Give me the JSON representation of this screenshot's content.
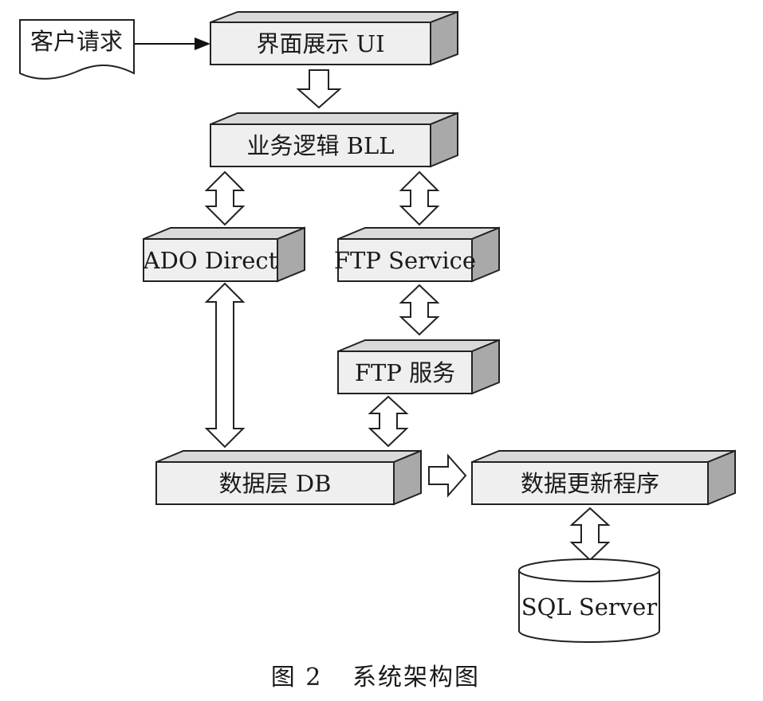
{
  "nodes": {
    "client_request": "客户请求",
    "ui_layer": "界面展示 UI",
    "bll_layer": "业务逻辑 BLL",
    "ado_direct": "ADO Direct",
    "ftp_service": "FTP Service",
    "ftp_server": "FTP 服务",
    "db_layer": "数据层 DB",
    "data_update": "数据更新程序",
    "sql_server": "SQL Server"
  },
  "caption": {
    "figure_number": "图 2",
    "title": "系统架构图"
  },
  "colors": {
    "box_front": "#efefef",
    "box_top": "#d9d9d9",
    "box_side": "#a9a9a9",
    "stroke": "#222222"
  }
}
